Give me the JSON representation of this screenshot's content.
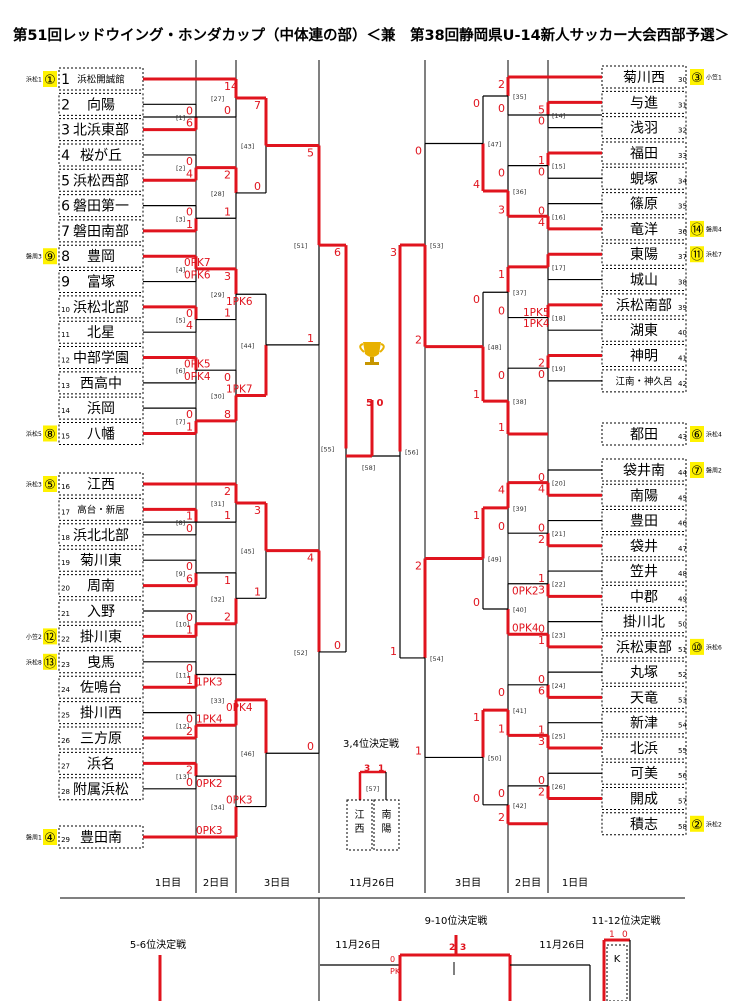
{
  "header": {
    "title": "第51回レッドウイング・ホンダカップ（中体連の部）＜兼　第38回静岡県U-14新人サッカー大会西部予選＞"
  },
  "colors": {
    "winner_line": "#e0141e",
    "seed_badge": "#fff200",
    "line": "#000000"
  },
  "trophy_icon": "trophy",
  "left_teams": [
    {
      "no": "1",
      "name": "浜松開誠館",
      "seed": "①",
      "tag": "浜松1"
    },
    {
      "no": "2",
      "name": "向陽",
      "seed": "",
      "tag": ""
    },
    {
      "no": "3",
      "name": "北浜東部",
      "seed": "",
      "tag": ""
    },
    {
      "no": "4",
      "name": "桜が丘",
      "seed": "",
      "tag": ""
    },
    {
      "no": "5",
      "name": "浜松西部",
      "seed": "",
      "tag": ""
    },
    {
      "no": "6",
      "name": "磐田第一",
      "seed": "",
      "tag": ""
    },
    {
      "no": "7",
      "name": "磐田南部",
      "seed": "",
      "tag": ""
    },
    {
      "no": "8",
      "name": "豊岡",
      "seed": "⑨",
      "tag": "磐周3"
    },
    {
      "no": "9",
      "name": "富塚",
      "seed": "",
      "tag": ""
    },
    {
      "no": "10",
      "name": "浜松北部",
      "seed": "",
      "tag": ""
    },
    {
      "no": "11",
      "name": "北星",
      "seed": "",
      "tag": ""
    },
    {
      "no": "12",
      "name": "中部学園",
      "seed": "",
      "tag": ""
    },
    {
      "no": "13",
      "name": "西高中",
      "seed": "",
      "tag": ""
    },
    {
      "no": "14",
      "name": "浜岡",
      "seed": "",
      "tag": ""
    },
    {
      "no": "15",
      "name": "八幡",
      "seed": "⑧",
      "tag": "浜松5"
    },
    {
      "no": "16",
      "name": "江西",
      "seed": "⑤",
      "tag": "浜松3"
    },
    {
      "no": "17",
      "name": "高台・新居",
      "seed": "",
      "tag": ""
    },
    {
      "no": "18",
      "name": "浜北北部",
      "seed": "",
      "tag": ""
    },
    {
      "no": "19",
      "name": "菊川東",
      "seed": "",
      "tag": ""
    },
    {
      "no": "20",
      "name": "周南",
      "seed": "",
      "tag": ""
    },
    {
      "no": "21",
      "name": "入野",
      "seed": "",
      "tag": ""
    },
    {
      "no": "22",
      "name": "掛川東",
      "seed": "⑫",
      "tag": "小笠2"
    },
    {
      "no": "23",
      "name": "曳馬",
      "seed": "⑬",
      "tag": "浜松8"
    },
    {
      "no": "24",
      "name": "佐鳴台",
      "seed": "",
      "tag": ""
    },
    {
      "no": "25",
      "name": "掛川西",
      "seed": "",
      "tag": ""
    },
    {
      "no": "26",
      "name": "三方原",
      "seed": "",
      "tag": ""
    },
    {
      "no": "27",
      "name": "浜名",
      "seed": "",
      "tag": ""
    },
    {
      "no": "28",
      "name": "附属浜松",
      "seed": "",
      "tag": ""
    },
    {
      "no": "29",
      "name": "豊田南",
      "seed": "④",
      "tag": "磐周1"
    }
  ],
  "right_teams": [
    {
      "no": "30",
      "name": "菊川西",
      "seed": "③",
      "tag": "小笠1"
    },
    {
      "no": "31",
      "name": "与進",
      "seed": "",
      "tag": ""
    },
    {
      "no": "32",
      "name": "浅羽",
      "seed": "",
      "tag": ""
    },
    {
      "no": "33",
      "name": "福田",
      "seed": "",
      "tag": ""
    },
    {
      "no": "34",
      "name": "蜆塚",
      "seed": "",
      "tag": ""
    },
    {
      "no": "35",
      "name": "篠原",
      "seed": "",
      "tag": ""
    },
    {
      "no": "36",
      "name": "竜洋",
      "seed": "⑭",
      "tag": "磐周4"
    },
    {
      "no": "37",
      "name": "東陽",
      "seed": "⑪",
      "tag": "浜松7"
    },
    {
      "no": "38",
      "name": "城山",
      "seed": "",
      "tag": ""
    },
    {
      "no": "39",
      "name": "浜松南部",
      "seed": "",
      "tag": ""
    },
    {
      "no": "40",
      "name": "湖東",
      "seed": "",
      "tag": ""
    },
    {
      "no": "41",
      "name": "神明",
      "seed": "",
      "tag": ""
    },
    {
      "no": "42",
      "name": "江南・神久呂",
      "seed": "",
      "tag": ""
    },
    {
      "no": "43",
      "name": "都田",
      "seed": "⑥",
      "tag": "浜松4"
    },
    {
      "no": "44",
      "name": "袋井南",
      "seed": "⑦",
      "tag": "磐周2"
    },
    {
      "no": "45",
      "name": "南陽",
      "seed": "",
      "tag": ""
    },
    {
      "no": "46",
      "name": "豊田",
      "seed": "",
      "tag": ""
    },
    {
      "no": "47",
      "name": "袋井",
      "seed": "",
      "tag": ""
    },
    {
      "no": "48",
      "name": "笠井",
      "seed": "",
      "tag": ""
    },
    {
      "no": "49",
      "name": "中郡",
      "seed": "",
      "tag": ""
    },
    {
      "no": "50",
      "name": "掛川北",
      "seed": "",
      "tag": ""
    },
    {
      "no": "51",
      "name": "浜松東部",
      "seed": "⑩",
      "tag": "浜松6"
    },
    {
      "no": "52",
      "name": "丸塚",
      "seed": "",
      "tag": ""
    },
    {
      "no": "53",
      "name": "天竜",
      "seed": "",
      "tag": ""
    },
    {
      "no": "54",
      "name": "新津",
      "seed": "",
      "tag": ""
    },
    {
      "no": "55",
      "name": "北浜",
      "seed": "",
      "tag": ""
    },
    {
      "no": "56",
      "name": "可美",
      "seed": "",
      "tag": ""
    },
    {
      "no": "57",
      "name": "開成",
      "seed": "",
      "tag": ""
    },
    {
      "no": "58",
      "name": "積志",
      "seed": "②",
      "tag": "浜松2"
    }
  ],
  "matches": [
    {
      "no": "[1]",
      "s1": "0",
      "s2": "6"
    },
    {
      "no": "[2]",
      "s1": "0",
      "s2": "4"
    },
    {
      "no": "[3]",
      "s1": "0",
      "s2": "1"
    },
    {
      "no": "[4]",
      "s1": "0PK7",
      "s2": "0PK6"
    },
    {
      "no": "[5]",
      "s1": "0",
      "s2": "4"
    },
    {
      "no": "[6]",
      "s1": "0PK5",
      "s2": "0PK4"
    },
    {
      "no": "[7]",
      "s1": "0",
      "s2": "1"
    },
    {
      "no": "[8]",
      "s1": "1",
      "s2": "0"
    },
    {
      "no": "[9]",
      "s1": "0",
      "s2": "6"
    },
    {
      "no": "[10]",
      "s1": "0",
      "s2": "1"
    },
    {
      "no": "[11]",
      "s1": "0",
      "s2": "1"
    },
    {
      "no": "[12]",
      "s1": "0",
      "s2": "2"
    },
    {
      "no": "[13]",
      "s1": "2",
      "s2": "0"
    },
    {
      "no": "[14]",
      "s1": "5",
      "s2": "0"
    },
    {
      "no": "[15]",
      "s1": "1",
      "s2": "0"
    },
    {
      "no": "[16]",
      "s1": "0",
      "s2": "4"
    },
    {
      "no": "[17]",
      "s1": "",
      "s2": ""
    },
    {
      "no": "[18]",
      "s1": "1PK5",
      "s2": "1PK4"
    },
    {
      "no": "[19]",
      "s1": "2",
      "s2": "0"
    },
    {
      "no": "[20]",
      "s1": "0",
      "s2": "4"
    },
    {
      "no": "[21]",
      "s1": "0",
      "s2": "2"
    },
    {
      "no": "[22]",
      "s1": "1",
      "s2": "3"
    },
    {
      "no": "[23]",
      "s1": "0",
      "s2": "1"
    },
    {
      "no": "[24]",
      "s1": "0",
      "s2": "6"
    },
    {
      "no": "[25]",
      "s1": "1",
      "s2": "3"
    },
    {
      "no": "[26]",
      "s1": "0",
      "s2": "2"
    },
    {
      "no": "[27]",
      "s1": "14",
      "s2": "0"
    },
    {
      "no": "[28]",
      "s1": "2",
      "s2": "1"
    },
    {
      "no": "[29]",
      "s1": "3",
      "s2": "1"
    },
    {
      "no": "[30]",
      "s1": "0",
      "s2": "8"
    },
    {
      "no": "[31]",
      "s1": "2",
      "s2": "1"
    },
    {
      "no": "[32]",
      "s1": "1",
      "s2": "2"
    },
    {
      "no": "[33]",
      "s1": "1PK3",
      "s2": "1PK4"
    },
    {
      "no": "[34]",
      "s1": "0PK2",
      "s2": "0PK3"
    },
    {
      "no": "[35]",
      "s1": "2",
      "s2": "0"
    },
    {
      "no": "[36]",
      "s1": "0",
      "s2": "3"
    },
    {
      "no": "[37]",
      "s1": "1",
      "s2": "0"
    },
    {
      "no": "[38]",
      "s1": "0",
      "s2": "1"
    },
    {
      "no": "[39]",
      "s1": "4",
      "s2": "0"
    },
    {
      "no": "[40]",
      "s1": "0PK2",
      "s2": "0PK4"
    },
    {
      "no": "[41]",
      "s1": "0",
      "s2": "1"
    },
    {
      "no": "[42]",
      "s1": "0",
      "s2": "2"
    },
    {
      "no": "[43]",
      "s1": "7",
      "s2": "0"
    },
    {
      "no": "[44]",
      "s1": "1PK6",
      "s2": "1PK7"
    },
    {
      "no": "[45]",
      "s1": "3",
      "s2": "1"
    },
    {
      "no": "[46]",
      "s1": "0PK4",
      "s2": "0PK3"
    },
    {
      "no": "[47]",
      "s1": "0",
      "s2": "4"
    },
    {
      "no": "[48]",
      "s1": "0",
      "s2": "1"
    },
    {
      "no": "[49]",
      "s1": "1",
      "s2": "0"
    },
    {
      "no": "[50]",
      "s1": "1",
      "s2": "0"
    },
    {
      "no": "[51]",
      "s1": "5",
      "s2": "1"
    },
    {
      "no": "[52]",
      "s1": "4",
      "s2": "0"
    },
    {
      "no": "[53]",
      "s1": "0",
      "s2": "2"
    },
    {
      "no": "[54]",
      "s1": "2",
      "s2": "1"
    },
    {
      "no": "[55]",
      "s1": "6",
      "s2": "0"
    },
    {
      "no": "[56]",
      "s1": "3",
      "s2": "1"
    },
    {
      "no": "[58]",
      "s1": "5",
      "s2": "0"
    },
    {
      "no": "[57]",
      "s1": "3",
      "s2": "1"
    }
  ],
  "third_place": {
    "label": "3,4位決定戦",
    "team_a": "江西",
    "team_b": "南陽"
  },
  "days": [
    "1日目",
    "2日目",
    "3日目",
    "11月26日",
    "3日目",
    "2日目",
    "1日目"
  ],
  "placement": {
    "p56_label": "5-6位決定戦",
    "p910_label": "9-10位決定戦",
    "p1112_label": "11-12位決定戦",
    "date_a": "11月26日",
    "date_b": "11月26日",
    "p910_s1": "2",
    "p910_s2": "3",
    "p910_b1": "0",
    "p910_b2": "PK",
    "p1112_s1": "1",
    "p1112_s2": "0",
    "p1112_team": "K"
  }
}
